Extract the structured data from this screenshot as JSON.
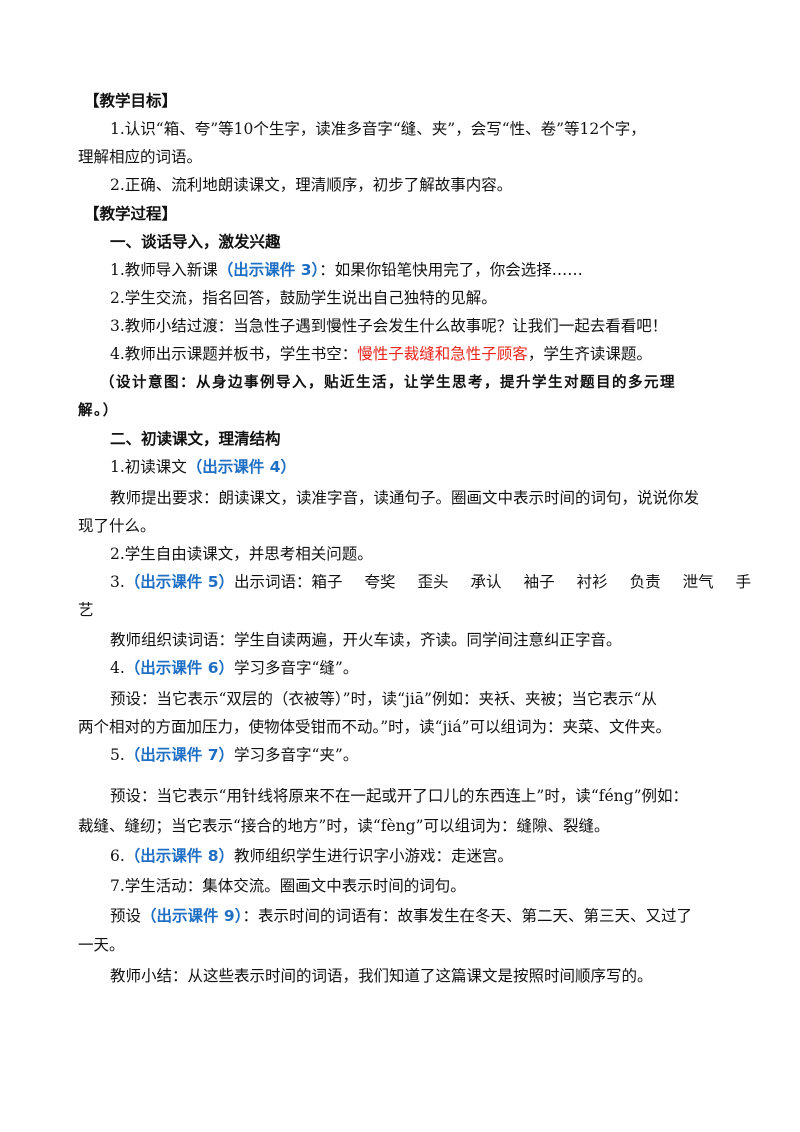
{
  "goals": {
    "heading": "【教学目标】",
    "item1_line1": "1.认识“箱、夸”等10个生字，读准多音字“缝、夹”，会写“性、卷”等12个字，",
    "item1_line2": "理解相应的词语。",
    "item2": "2.正确、流利地朗读课文，理清顺序，初步了解故事内容。"
  },
  "process": {
    "heading": "【教学过程】",
    "part1": {
      "title": "一、谈话导入，激发兴趣",
      "s1_pre": "1.教师导入新课",
      "s1_tag": "（出示课件 3）",
      "s1_post": "：如果你铅笔快用完了，你会选择……",
      "s2": "2.学生交流，指名回答，鼓励学生说出自己独特的见解。",
      "s3": "3.教师小结过渡：当急性子遇到慢性子会发生什么故事呢？让我们一起去看看吧！",
      "s4_pre": "4.教师出示课题并板书，学生书空：",
      "s4_red": "慢性子裁缝和急性子顾客",
      "s4_post": "，学生齐读课题。",
      "note_line1": "（设计意图：从身边事例导入，贴近生活，让学生思考，提升学生对题目的多元理",
      "note_line2": "解。）"
    },
    "part2": {
      "title": "二、初读课文，理清结构",
      "s1_pre": "1.初读课文",
      "s1_tag": "（出示课件 4）",
      "s1_req_line1": "教师提出要求：朗读课文，读准字音，读通句子。圈画文中表示时间的词句，说说你发",
      "s1_req_line2": "现了什么。",
      "s2": "2.学生自由读课文，并思考相关问题。",
      "s3_num": "3.",
      "s3_tag": "（出示课件 5）",
      "s3_post": "出示词语：",
      "vocab": [
        "箱子",
        "夸奖",
        "歪头",
        "承认",
        "袖子",
        "衬衫",
        "负责",
        "泄气",
        "手"
      ],
      "vocab_wrap": "艺",
      "s3_org": "教师组织读词语：学生自读两遍，开火车读，齐读。同学间注意纠正字音。",
      "s4_num": "4.",
      "s4_tag": "（出示课件 6）",
      "s4_post": "学习多音字“缝”。",
      "s4_pre_line1": "预设：当它表示“双层的（衣被等）”时，读“jiā”例如：夹袄、夹被；当它表示“从",
      "s4_pre_line2": "两个相对的方面加压力，使物体受钳而不动。”时，读“jiá”可以组词为：夹菜、文件夹。",
      "s5_num": "5.",
      "s5_tag": "（出示课件 7）",
      "s5_post": "学习多音字“夹”。",
      "s5_pre_line1": "预设：当它表示“用针线将原来不在一起或开了口儿的东西连上”时，读“féng”例如：",
      "s5_pre_line2": "裁缝、缝纫；当它表示“接合的地方”时，读“fèng”可以组词为：缝隙、裂缝。",
      "s6_num": "6.",
      "s6_tag": "（出示课件 8）",
      "s6_post": "教师组织学生进行识字小游戏：走迷宫。",
      "s7": "7.学生活动：集体交流。圈画文中表示时间的词句。",
      "s7_pre": "预设",
      "s7_tag": "（出示课件 9）",
      "s7_post_line1": "：表示时间的词语有：故事发生在冬天、第二天、第三天、又过了",
      "s7_post_line2": "一天。",
      "s7_summary": "教师小结：从这些表示时间的词语，我们知道了这篇课文是按照时间顺序写的。"
    }
  }
}
